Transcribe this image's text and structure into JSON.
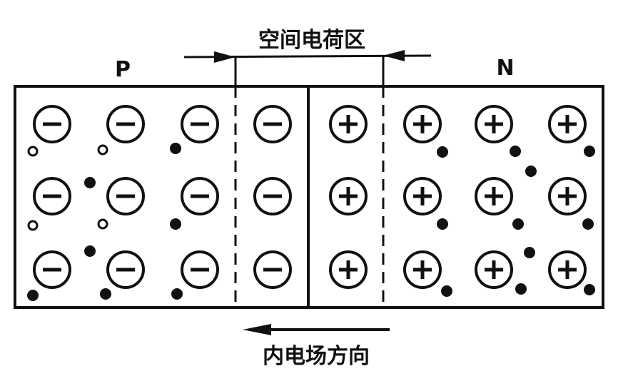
{
  "diagram": {
    "title": "空间电荷区",
    "p_label": "P",
    "n_label": "N",
    "field_label": "内电场方向",
    "negative_sign": "−",
    "positive_sign": "+",
    "region_rows": 3,
    "p_ions_per_row": 3,
    "depletion_p_ions_per_row": 1,
    "depletion_n_ions_per_row": 1,
    "n_ions_per_row": 3,
    "field_direction": "left",
    "colors": {
      "ink": "#111111",
      "background": "#ffffff"
    }
  }
}
